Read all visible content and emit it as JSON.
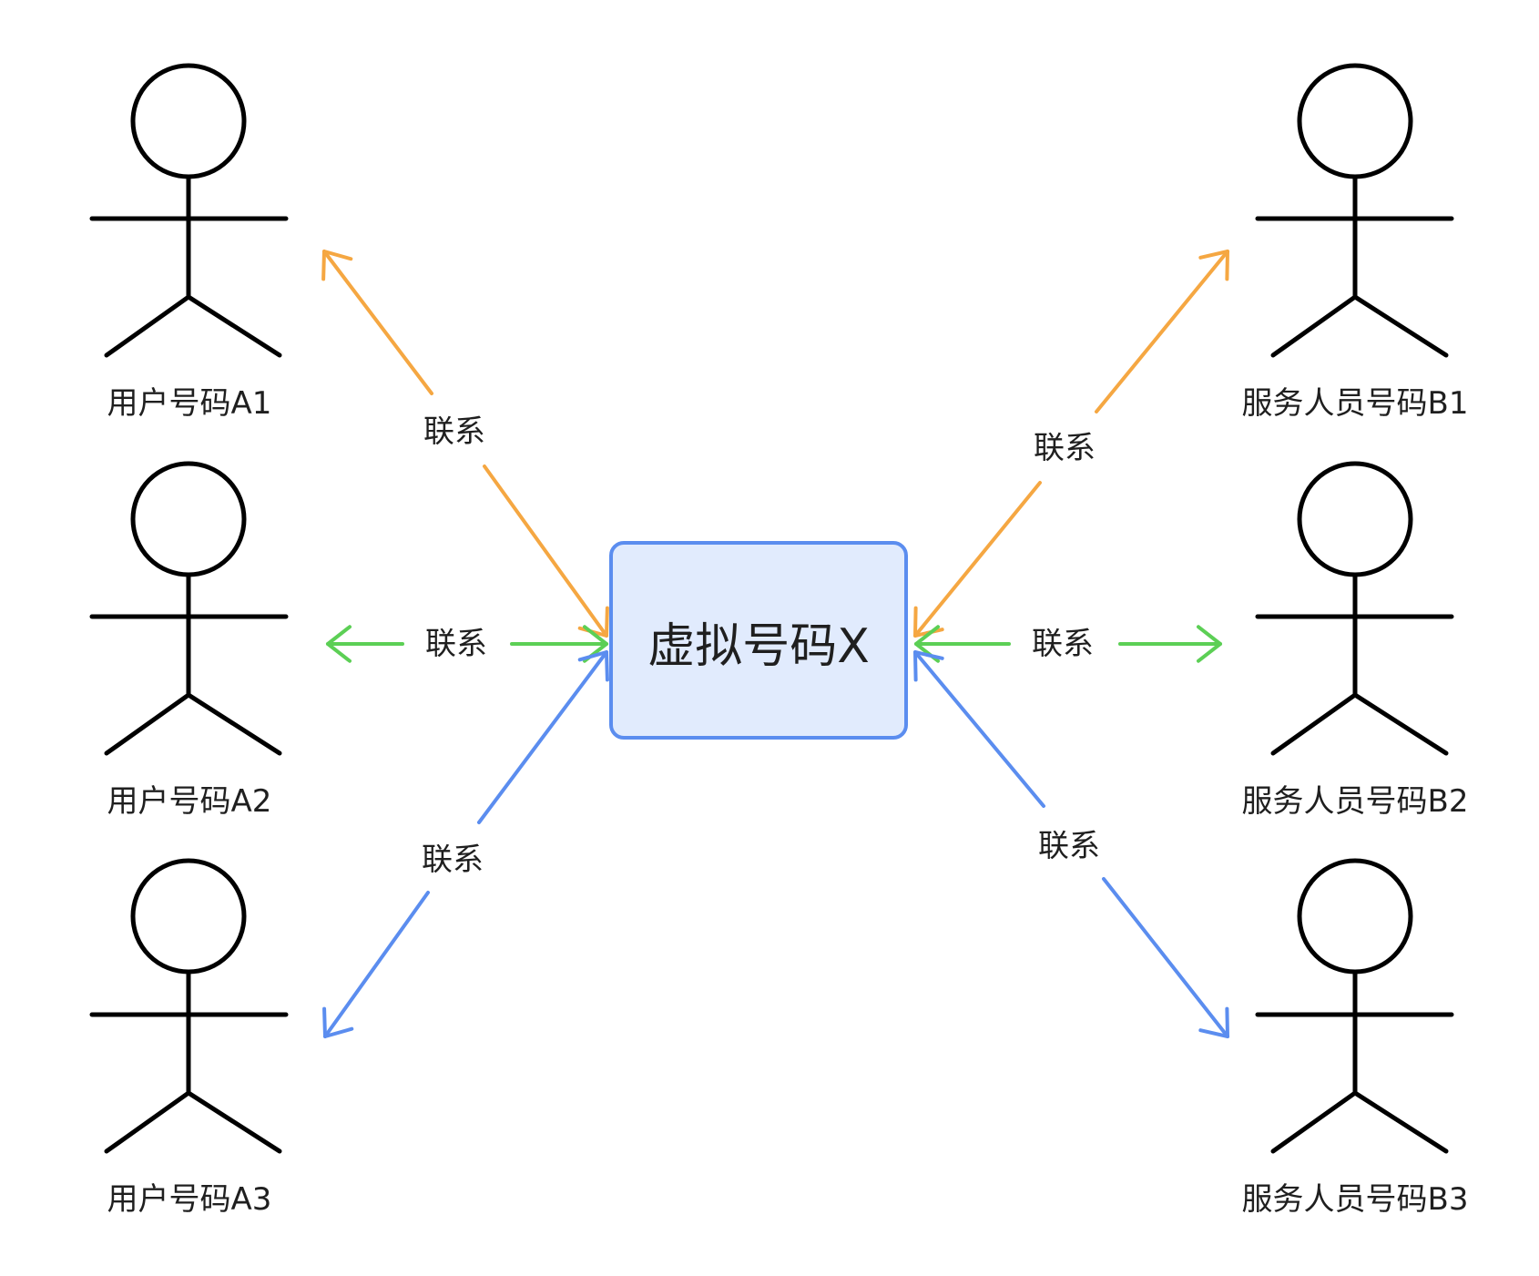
{
  "colors": {
    "orange": "#f5a742",
    "green": "#5ccf55",
    "blue": "#5b8def",
    "center_fill": "#e1ebfd",
    "center_stroke": "#5b8def",
    "figure": "#000000"
  },
  "center": {
    "label": "虚拟号码X"
  },
  "actors": [
    {
      "label": "用户号码A1"
    },
    {
      "label": "用户号码A2"
    },
    {
      "label": "用户号码A3"
    },
    {
      "label": "服务人员号码B1"
    },
    {
      "label": "服务人员号码B2"
    },
    {
      "label": "服务人员号码B3"
    }
  ],
  "edges": [
    {
      "label": "联系",
      "color": "orange"
    },
    {
      "label": "联系",
      "color": "green"
    },
    {
      "label": "联系",
      "color": "blue"
    },
    {
      "label": "联系",
      "color": "orange"
    },
    {
      "label": "联系",
      "color": "green"
    },
    {
      "label": "联系",
      "color": "blue"
    }
  ]
}
